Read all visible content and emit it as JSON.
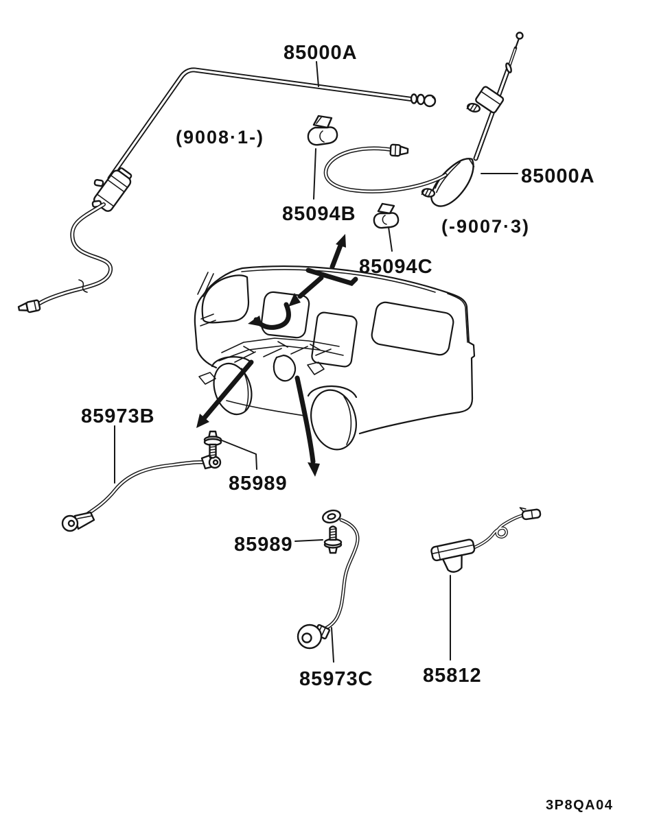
{
  "page": {
    "background": "#ffffff",
    "line_color": "#161616"
  },
  "labels": {
    "antenna_late": "85000A",
    "antenna_late_range": "(9008·1-)",
    "clamp_b": "85094B",
    "clamp_c": "85094C",
    "antenna_early": "85000A",
    "antenna_early_range": "(-9007·3)",
    "strap_b": "85973B",
    "bolt_left": "85989",
    "bolt_mid": "85989",
    "strap_c": "85973C",
    "feeder": "85812",
    "drawing_code": "3P8QA04"
  }
}
